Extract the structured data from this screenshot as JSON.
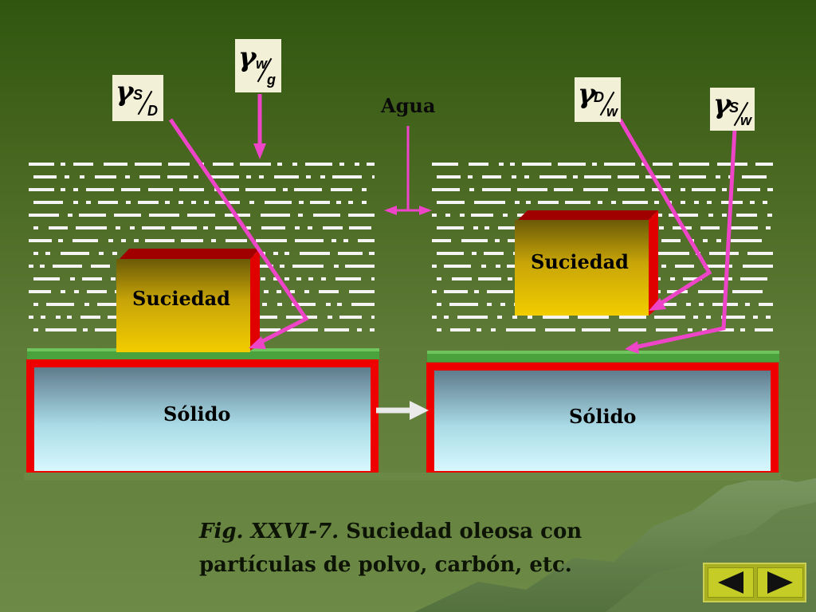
{
  "labels": {
    "agua": "Agua",
    "suciedad_left": "Suciedad",
    "suciedad_right": "Suciedad",
    "solido_left": "Sólido",
    "solido_right": "Sólido"
  },
  "tension_labels": {
    "w_g": {
      "symbol": "γ",
      "sub1": "w",
      "sub2": "g"
    },
    "s_d": {
      "symbol": "γ",
      "sub1": "S",
      "sub2": "D"
    },
    "d_w": {
      "symbol": "γ",
      "sub1": "D",
      "sub2": "w"
    },
    "s_w": {
      "symbol": "γ",
      "sub1": "S",
      "sub2": "w"
    }
  },
  "caption": {
    "figure": "Fig. XXVI-7.",
    "text": " Suciedad oleosa con partículas de polvo, carbón, etc."
  },
  "colors": {
    "arrow": "#ee44c8",
    "solid_border": "#ee0000",
    "film": "#4aa23c",
    "dirt": "#d8b800",
    "label_bg": "#f3f0d8"
  },
  "icons": {
    "prev": "triangle-left-icon",
    "next": "triangle-right-icon"
  }
}
